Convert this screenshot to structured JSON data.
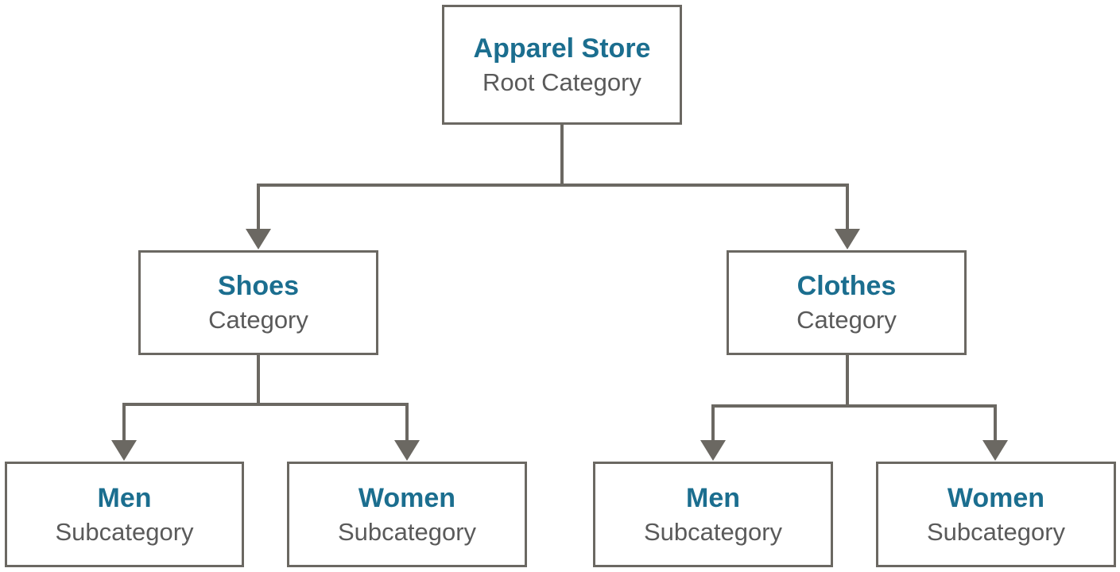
{
  "colors": {
    "title": "#1b6e8f",
    "subtitle": "#5a5a5a",
    "border": "#6b6862",
    "connector": "#6b6862"
  },
  "root": {
    "title": "Apparel Store",
    "subtitle": "Root Category"
  },
  "categories": [
    {
      "title": "Shoes",
      "subtitle": "Category",
      "children": [
        {
          "title": "Men",
          "subtitle": "Subcategory"
        },
        {
          "title": "Women",
          "subtitle": "Subcategory"
        }
      ]
    },
    {
      "title": "Clothes",
      "subtitle": "Category",
      "children": [
        {
          "title": "Men",
          "subtitle": "Subcategory"
        },
        {
          "title": "Women",
          "subtitle": "Subcategory"
        }
      ]
    }
  ]
}
